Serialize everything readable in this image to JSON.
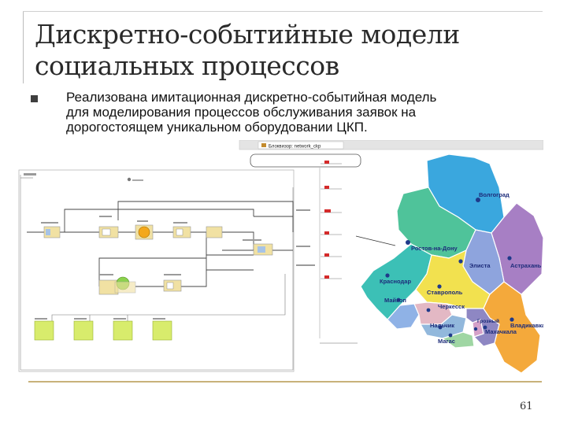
{
  "slide": {
    "title_lines": [
      "Дискретно-событийные модели",
      "социальных процессов"
    ],
    "body_lines": [
      "Реализована имитационная дискретно-событийная модель",
      "для моделирования процессов  обслуживания заявок на",
      "дорогостоящем уникальном оборудовании ЦКП."
    ],
    "page_number": "61"
  },
  "model_window": {
    "title": "Блоквизор: network_ckp"
  },
  "map": {
    "regions": [
      {
        "name": "Волгоград",
        "color": "#3aa7de"
      },
      {
        "name": "Ростов-на-Дону",
        "color": "#4fc39a"
      },
      {
        "name": "Элиста",
        "color": "#8ea4dd"
      },
      {
        "name": "Астрахань",
        "color": "#a77fc4"
      },
      {
        "name": "Краснодар",
        "color": "#3cc0b6"
      },
      {
        "name": "Ставрополь",
        "color": "#f2e14f"
      },
      {
        "name": "Майкоп",
        "color": "#8fb2e6"
      },
      {
        "name": "Черкесск",
        "color": "#e3b8c4"
      },
      {
        "name": "Нальчик",
        "color": "#92b8dc"
      },
      {
        "name": "Грозный",
        "color": "#8e87c3"
      },
      {
        "name": "Махачкала",
        "color": "#f4a93b"
      },
      {
        "name": "Владикавказ",
        "color": "#9fd6a3"
      },
      {
        "name": "Магас",
        "color": "#d4a0c8"
      }
    ]
  }
}
